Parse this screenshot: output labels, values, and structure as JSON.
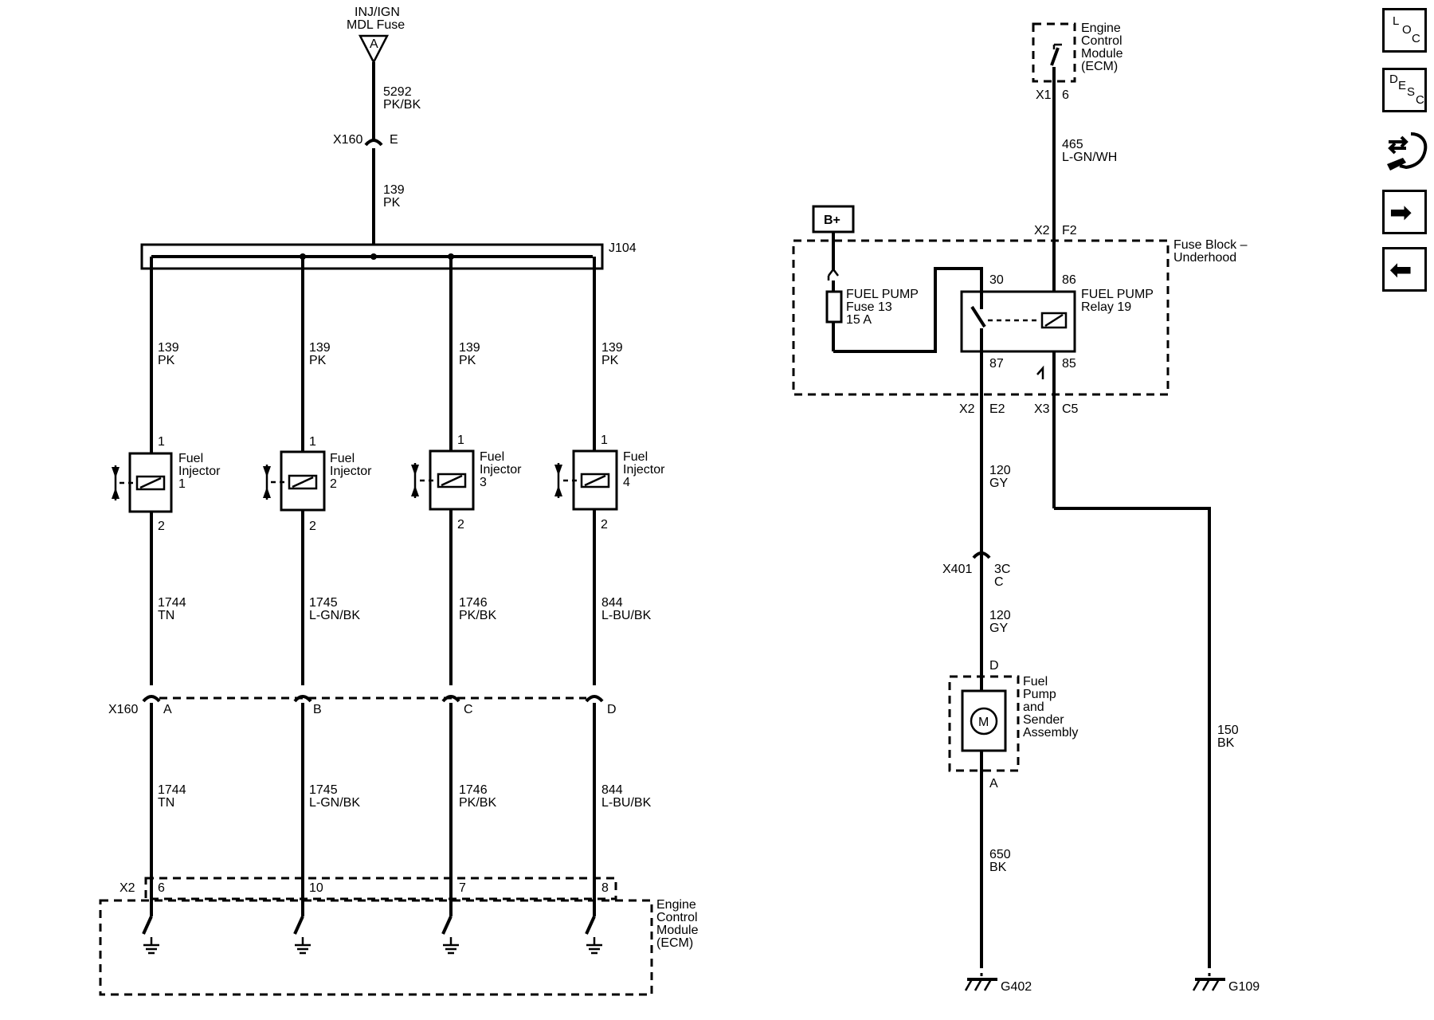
{
  "top_fuse": {
    "line1": "INJ/IGN",
    "line2": "MDL Fuse",
    "terminal": "A"
  },
  "wires": {
    "w5292": {
      "circuit": "5292",
      "color": "PK/BK"
    },
    "w139_top": {
      "circuit": "139",
      "color": "PK"
    },
    "inj_feed": [
      {
        "circuit": "139",
        "color": "PK"
      },
      {
        "circuit": "139",
        "color": "PK"
      },
      {
        "circuit": "139",
        "color": "PK"
      },
      {
        "circuit": "139",
        "color": "PK"
      }
    ],
    "inj_ctrl": [
      {
        "circuit": "1744",
        "color": "TN"
      },
      {
        "circuit": "1745",
        "color": "L-GN/BK"
      },
      {
        "circuit": "1746",
        "color": "PK/BK"
      },
      {
        "circuit": "844",
        "color": "L-BU/BK"
      }
    ],
    "inj_ctrl_lower": [
      {
        "circuit": "1744",
        "color": "TN"
      },
      {
        "circuit": "1745",
        "color": "L-GN/BK"
      },
      {
        "circuit": "1746",
        "color": "PK/BK"
      },
      {
        "circuit": "844",
        "color": "L-BU/BK"
      }
    ],
    "w465": {
      "circuit": "465",
      "color": "L-GN/WH"
    },
    "w120_a": {
      "circuit": "120",
      "color": "GY"
    },
    "w120_b": {
      "circuit": "120",
      "color": "GY"
    },
    "w650": {
      "circuit": "650",
      "color": "BK"
    },
    "w150": {
      "circuit": "150",
      "color": "BK"
    }
  },
  "connectors": {
    "x160_top": {
      "name": "X160",
      "pin": "E"
    },
    "x160_row": {
      "name": "X160",
      "pins": [
        "A",
        "B",
        "C",
        "D"
      ]
    },
    "x2_ecm": {
      "name": "X2",
      "pins": [
        "6",
        "10",
        "7",
        "8"
      ]
    },
    "x1_ecm": {
      "name": "X1",
      "pin": "6"
    },
    "x2_f2": {
      "name": "X2",
      "pin": "F2"
    },
    "x2_e2": {
      "name": "X2",
      "pin": "E2"
    },
    "x3_c5": {
      "name": "X3",
      "pin": "C5"
    },
    "x401": {
      "name": "X401",
      "pin1": "3C",
      "pin2": "C"
    }
  },
  "splice": {
    "name": "J104"
  },
  "injectors": [
    {
      "line1": "Fuel",
      "line2": "Injector",
      "num": "1",
      "pin_top": "1",
      "pin_bottom": "2"
    },
    {
      "line1": "Fuel",
      "line2": "Injector",
      "num": "2",
      "pin_top": "1",
      "pin_bottom": "2"
    },
    {
      "line1": "Fuel",
      "line2": "Injector",
      "num": "3",
      "pin_top": "1",
      "pin_bottom": "2"
    },
    {
      "line1": "Fuel",
      "line2": "Injector",
      "num": "4",
      "pin_top": "1",
      "pin_bottom": "2"
    }
  ],
  "ecm_bottom": {
    "line1": "Engine",
    "line2": "Control",
    "line3": "Module",
    "line4": "(ECM)"
  },
  "ecm_top": {
    "line1": "Engine",
    "line2": "Control",
    "line3": "Module",
    "line4": "(ECM)"
  },
  "battery": {
    "label": "B+"
  },
  "fuse_block": {
    "line1": "Fuse Block –",
    "line2": "Underhood"
  },
  "fuse13": {
    "line1": "FUEL PUMP",
    "line2": "Fuse 13",
    "line3": "15 A"
  },
  "relay19": {
    "line1": "FUEL PUMP",
    "line2": "Relay 19",
    "pin30": "30",
    "pin86": "86",
    "pin87": "87",
    "pin85": "85"
  },
  "pump": {
    "line1": "Fuel",
    "line2": "Pump",
    "line3": "and",
    "line4": "Sender",
    "line5": "Assembly",
    "motor": "M",
    "pin_top": "D",
    "pin_bottom": "A"
  },
  "grounds": {
    "g402": "G402",
    "g109": "G109"
  },
  "nav": {
    "loc": {
      "l1": "L",
      "l2": "O",
      "l3": "C"
    },
    "desc": {
      "l1": "D",
      "l2": "E",
      "l3": "S",
      "l4": "C"
    },
    "next_symbol": "➡",
    "prev_symbol": "⬅",
    "icons": {
      "loc": "location-icon",
      "desc": "description-icon",
      "connector": "connector-wrench-icon",
      "next": "arrow-right-icon",
      "prev": "arrow-left-icon"
    }
  }
}
